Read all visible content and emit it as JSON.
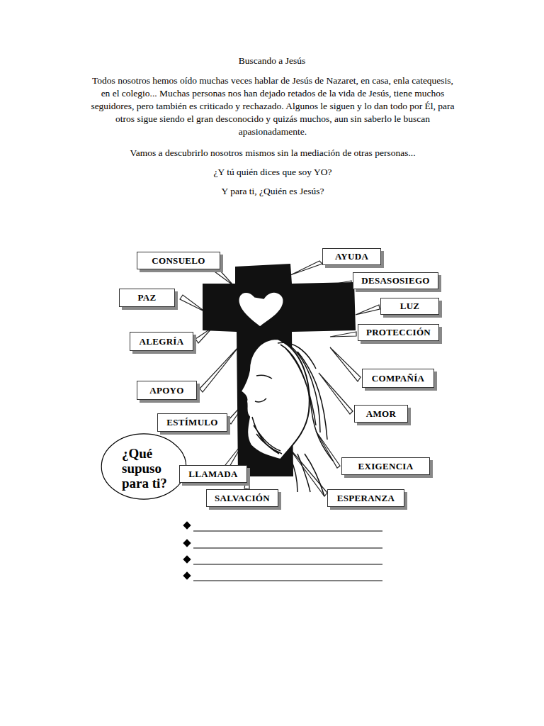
{
  "diagram": {
    "title": "Buscando a Jesús",
    "nodes": [
      {
        "text": [
          "CONSUELO"
        ]
      },
      {
        "text": [
          "AYUDA"
        ]
      },
      {
        "text": [
          "DESASOSIEGO"
        ]
      },
      {
        "text": [
          "PAZ"
        ]
      },
      {
        "text": [
          "LUZ"
        ]
      },
      {
        "text": [
          "ALEGRÍA"
        ]
      },
      {
        "text": [
          "PROTECCIÓN"
        ]
      },
      {
        "text": [
          "COMPAÑÍA"
        ]
      },
      {
        "text": [
          "APOYO"
        ]
      },
      {
        "text": [
          "AMOR"
        ]
      },
      {
        "text": [
          "ESTÍMULO"
        ]
      },
      {
        "text": [
          "¿Qué supuso para ti?"
        ]
      },
      {
        "text": [
          "EXIGENCIA"
        ]
      },
      {
        "text": [
          "LLAMADA"
        ]
      },
      {
        "text": [
          "SALVACIÓN"
        ]
      },
      {
        "text": [
          "ESPERANZA"
        ]
      }
    ],
    "labels": [
      "Todos nosotros hemos oído muchas veces hablar de Jesús de Nazaret, en casa, enla catequesis, en el colegio... Muchas personas nos han dejado retados de la vida de Jesús, tiene muchos seguidores, pero también es criticado y rechazado. Algunos le siguen y lo dan todo por Él, para otros sigue siendo el gran desconocido y quizás muchos, aun sin saberlo le buscan apasionadamente.",
      "Vamos a descubrirlo nosotros mismos sin la mediación de otras personas...",
      "¿Y tú quién dices que soy YO?",
      "Y para ti, ¿Quién es Jesús?"
    ]
  }
}
